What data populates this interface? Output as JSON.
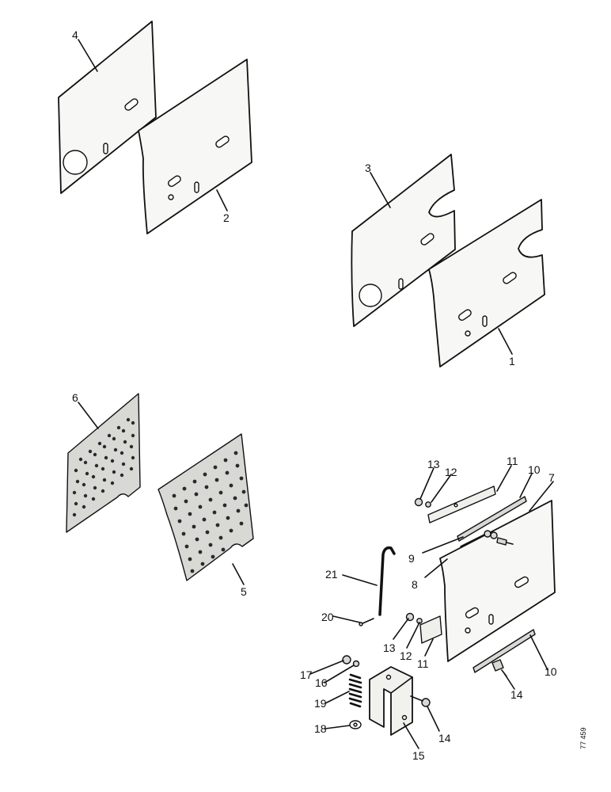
{
  "callouts": {
    "c1": "1",
    "c2": "2",
    "c3": "3",
    "c4": "4",
    "c5": "5",
    "c6": "6",
    "c7": "7",
    "c8": "8",
    "c9": "9",
    "c10a": "10",
    "c10b": "10",
    "c11a": "11",
    "c11b": "11",
    "c12a": "12",
    "c12b": "12",
    "c13a": "13",
    "c13b": "13",
    "c14a": "14",
    "c14b": "14",
    "c15": "15",
    "c16": "16",
    "c17": "17",
    "c18": "18",
    "c19": "19",
    "c20": "20",
    "c21": "21"
  },
  "figure_ref": "77 459"
}
